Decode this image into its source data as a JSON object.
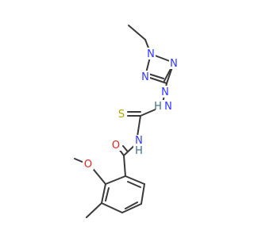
{
  "molecule": {
    "colors": {
      "bond": "#3a3a3a",
      "N": "#2f37ff",
      "O": "#e8251a",
      "S": "#b0a800",
      "H": "#3b6d8a",
      "background": "#ffffff"
    },
    "labels": {
      "tetrazole_n2": "N",
      "tetrazole_n1": "N",
      "tetrazole_n3": "N",
      "tetrazole_n4": "N",
      "thiourea_nh_right_h": "H",
      "thiourea_nh_right_n": "N",
      "thione_s": "S",
      "amide_nh_n": "N",
      "amide_nh_h": "H",
      "carbonyl_o": "O",
      "methoxy_o": "O"
    }
  }
}
